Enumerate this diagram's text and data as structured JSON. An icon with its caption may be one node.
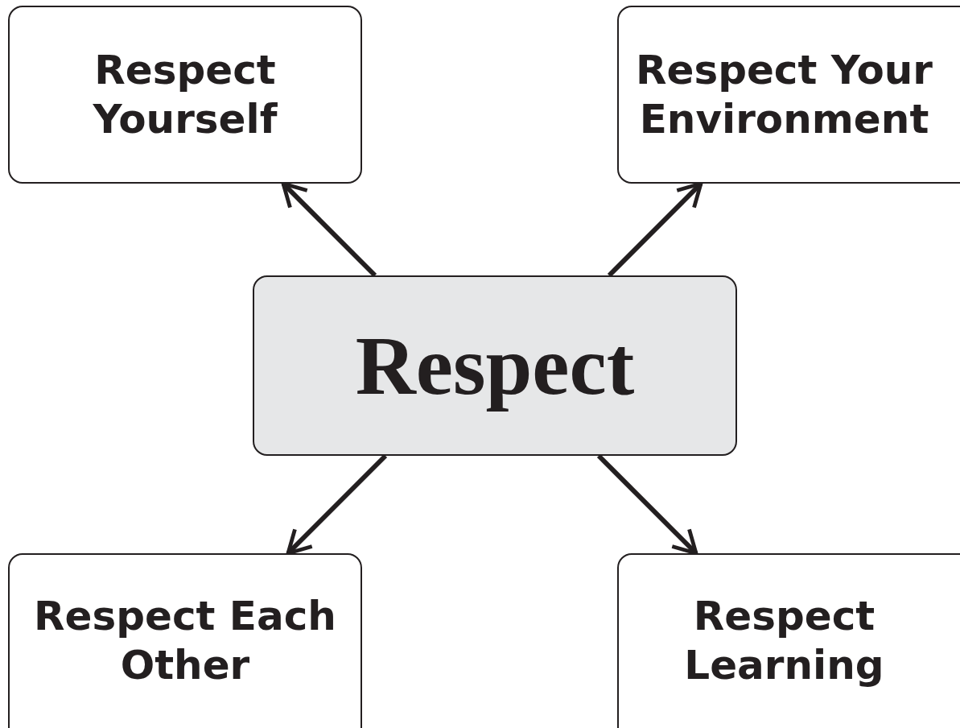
{
  "diagram": {
    "nodes": [
      {
        "text": [
          "Respect Yourself"
        ]
      },
      {
        "text": [
          "Respect Your Environment"
        ]
      },
      {
        "text": [
          "Respect"
        ]
      },
      {
        "text": [
          "Respect Each Other"
        ]
      },
      {
        "text": [
          "Respect Learning"
        ]
      }
    ],
    "edges": [
      {
        "from": 2,
        "to": 0,
        "arrow": "to"
      },
      {
        "from": 2,
        "to": 1,
        "arrow": "to"
      },
      {
        "from": 2,
        "to": 3,
        "arrow": "to"
      },
      {
        "from": 2,
        "to": 4,
        "arrow": "to"
      }
    ]
  }
}
